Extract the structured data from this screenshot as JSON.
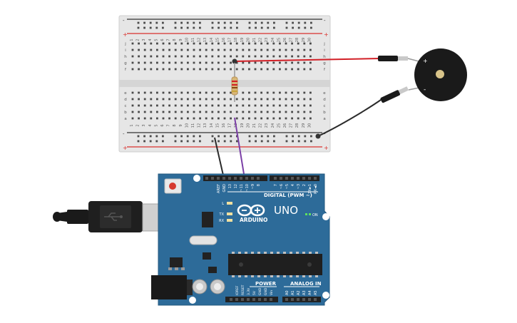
{
  "breadboard": {
    "columns": [
      "1",
      "2",
      "3",
      "4",
      "5",
      "6",
      "7",
      "8",
      "9",
      "10",
      "11",
      "12",
      "13",
      "14",
      "15",
      "16",
      "17",
      "18",
      "19",
      "20",
      "21",
      "22",
      "23",
      "24",
      "25",
      "26",
      "27",
      "28",
      "29",
      "30"
    ],
    "rows_top": [
      "j",
      "i",
      "h",
      "g",
      "f"
    ],
    "rows_bottom": [
      "e",
      "d",
      "c",
      "b",
      "a"
    ],
    "rail_plus": "+",
    "rail_minus": "-"
  },
  "buzzer": {
    "plus_label": "+",
    "minus_label": "-"
  },
  "arduino": {
    "logo_text": "ARDUINO",
    "model": "UNO",
    "on_label": "ON",
    "led_labels": [
      "L",
      "TX",
      "RX"
    ],
    "digital_header_label": "DIGITAL (PWM ~)",
    "digital_pins": [
      "AREF",
      "GND",
      "13",
      "12",
      "~11",
      "~10",
      "~9",
      "8",
      "7",
      "~6",
      "~5",
      "4",
      "~3",
      "2",
      "TX►1",
      "RX◄0"
    ],
    "power_label": "POWER",
    "analog_label": "ANALOG IN",
    "power_pins": [
      "IOREF",
      "RESET",
      "3.3V",
      "5V",
      "GND",
      "GND",
      "Vin"
    ],
    "analog_pins": [
      "A0",
      "A1",
      "A2",
      "A3",
      "A4",
      "A5"
    ]
  },
  "colors": {
    "board": "#2d6b99",
    "breadboard": "#e8e8e8",
    "wire_red": "#d21f26",
    "wire_black": "#2b2b2b",
    "wire_purple": "#7b3fa6",
    "rail_red": "#d9302c",
    "rail_dark": "#333333",
    "buzzer": "#1a1a1a"
  }
}
